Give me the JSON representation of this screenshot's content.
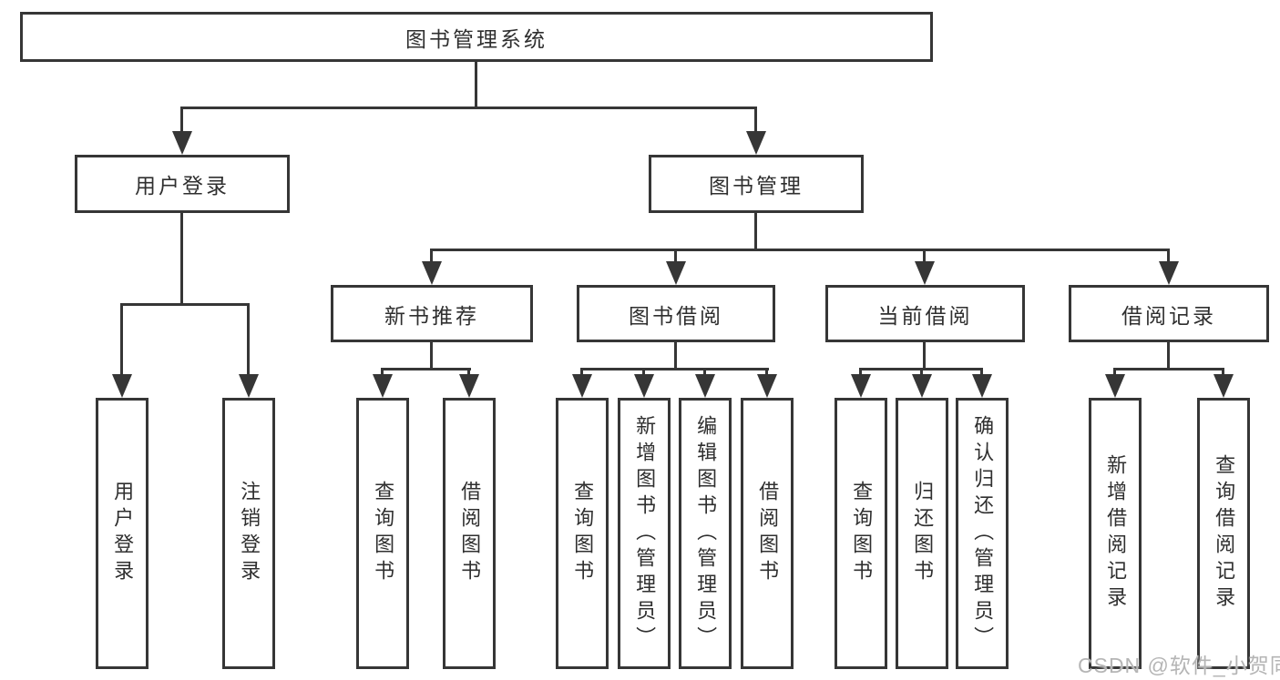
{
  "tree": {
    "label": "图书管理系统",
    "children": [
      {
        "label": "用户登录",
        "children": [
          {
            "label": "用户登录"
          },
          {
            "label": "注销登录"
          }
        ]
      },
      {
        "label": "图书管理",
        "children": [
          {
            "label": "新书推荐",
            "children": [
              {
                "label": "查询图书"
              },
              {
                "label": "借阅图书"
              }
            ]
          },
          {
            "label": "图书借阅",
            "children": [
              {
                "label": "查询图书"
              },
              {
                "label": "新增图书（管理员）"
              },
              {
                "label": "编辑图书（管理员）"
              },
              {
                "label": "借阅图书"
              }
            ]
          },
          {
            "label": "当前借阅",
            "children": [
              {
                "label": "查询图书"
              },
              {
                "label": "归还图书"
              },
              {
                "label": "确认归还（管理员）"
              }
            ]
          },
          {
            "label": "借阅记录",
            "children": [
              {
                "label": "新增借阅记录"
              },
              {
                "label": "查询借阅记录"
              }
            ]
          }
        ]
      }
    ]
  },
  "watermark": {
    "text": "CSDN @软件_小贺同学"
  },
  "colors": {
    "line": "#363636",
    "text": "#2f2f2f",
    "background": "#ffffff",
    "watermark": "#b5b5b5"
  }
}
